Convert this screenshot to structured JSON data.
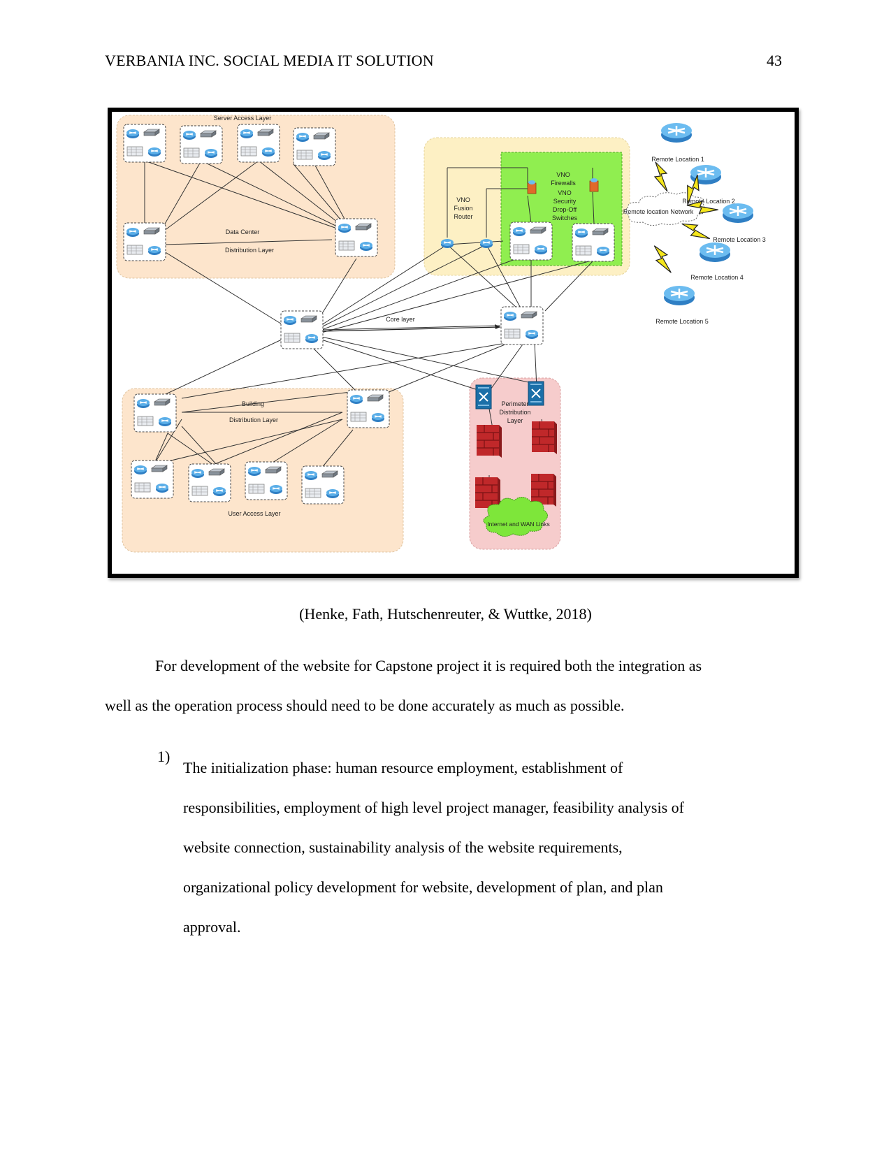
{
  "header": {
    "title": "VERBANIA INC. SOCIAL MEDIA IT SOLUTION",
    "page_number": "43"
  },
  "figure": {
    "layers": {
      "server_access": "Server Access Layer",
      "dc_dist_1": "Data Center",
      "dc_dist_2": "Distribution Layer",
      "core": "Core layer",
      "building_1": "Building",
      "building_2": "Distribution Layer",
      "user_access": "User Access Layer",
      "perimeter_1": "Perimeter",
      "perimeter_2": "Distribution",
      "perimeter_3": "Layer",
      "internet": "Internet and WAN Links"
    },
    "vno": {
      "fusion_1": "VNO",
      "fusion_2": "Fusion",
      "fusion_3": "Router",
      "fw_1": "VNO",
      "fw_2": "Firewalls",
      "sec_1": "VNO",
      "sec_2": "Security",
      "sec_3": "Drop-Off",
      "sec_4": "Switches"
    },
    "remote": {
      "loc1": "Remote Location 1",
      "loc2": "Remote Location 2",
      "loc3": "Remote Location 3",
      "loc4": "Remote Location 4",
      "loc5": "Remote Location 5",
      "network": "Remote location Network"
    },
    "colors": {
      "peach": "#fde5cc",
      "yellow": "#fdf0c4",
      "green": "#90ee50",
      "pink": "#f6cccc",
      "router": "#5aaee8",
      "firewall": "#c0282a"
    }
  },
  "caption": "(Henke, Fath, Hutschenreuter, & Wuttke, 2018)",
  "paragraph": {
    "line1": "For development of the website for Capstone project it is required both the integration as",
    "line2": "well as the operation process should need to be done accurately as much as possible."
  },
  "list": {
    "number": "1)",
    "lines": [
      "The initialization phase: human resource employment, establishment of",
      "responsibilities, employment of high level project manager, feasibility analysis of",
      "website connection, sustainability analysis of the website requirements,",
      "organizational policy development for website, development of plan, and plan",
      "approval."
    ]
  }
}
